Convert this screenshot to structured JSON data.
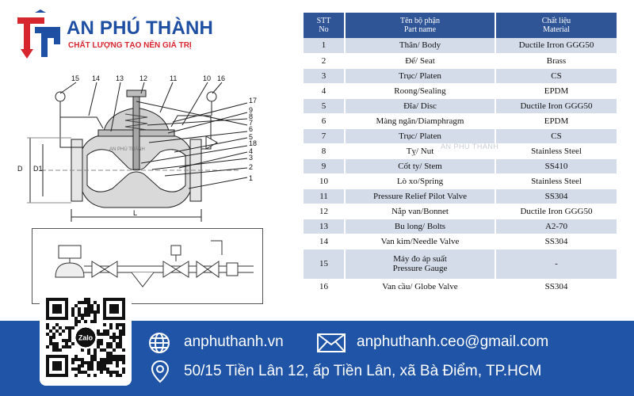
{
  "brand": {
    "name": "AN PHÚ THÀNH",
    "slogan": "CHẤT LƯỢNG TẠO NÊN GIÁ TRỊ",
    "colors": {
      "blue": "#1e4fa3",
      "red": "#d8262f"
    }
  },
  "drawing": {
    "callouts": [
      "15",
      "14",
      "13",
      "12",
      "11",
      "10",
      "16",
      "17",
      "9",
      "8",
      "7",
      "6",
      "5",
      "18",
      "4",
      "3",
      "2",
      "1"
    ],
    "dimensions": [
      "D",
      "D1",
      "L"
    ],
    "stamp": "AN PHÚ THÀNH"
  },
  "table": {
    "headers": {
      "no": [
        "STT",
        "No"
      ],
      "part": [
        "Tên bộ phận",
        "Part name"
      ],
      "material": [
        "Chất liệu",
        "Material"
      ]
    },
    "rows": [
      {
        "no": "1",
        "part": [
          "Thân/ Body"
        ],
        "material": "Ductile Irron GGG50"
      },
      {
        "no": "2",
        "part": [
          "Đế/ Seat"
        ],
        "material": "Brass"
      },
      {
        "no": "3",
        "part": [
          "Trục/ Platen"
        ],
        "material": "CS"
      },
      {
        "no": "4",
        "part": [
          "Roong/Sealing"
        ],
        "material": "EPDM"
      },
      {
        "no": "5",
        "part": [
          "Đĩa/ Disc"
        ],
        "material": "Ductile Iron GGG50"
      },
      {
        "no": "6",
        "part": [
          "Màng ngăn/Diamphragm"
        ],
        "material": "EPDM"
      },
      {
        "no": "7",
        "part": [
          "Trục/ Platen"
        ],
        "material": "CS"
      },
      {
        "no": "8",
        "part": [
          "Tỵ/ Nut"
        ],
        "material": "Stainless Steel"
      },
      {
        "no": "9",
        "part": [
          "Cốt ty/ Stem"
        ],
        "material": "SS410"
      },
      {
        "no": "10",
        "part": [
          "Lò xo/Spring"
        ],
        "material": "Stainless Steel"
      },
      {
        "no": "11",
        "part": [
          "Pressure Relief Pilot Valve"
        ],
        "material": "SS304"
      },
      {
        "no": "12",
        "part": [
          "Nắp van/Bonnet"
        ],
        "material": "Ductile Iron GGG50"
      },
      {
        "no": "13",
        "part": [
          "Bu long/ Bolts"
        ],
        "material": "A2-70"
      },
      {
        "no": "14",
        "part": [
          "Van kim/Needle Valve"
        ],
        "material": "SS304"
      },
      {
        "no": "15",
        "part": [
          "Máy đo áp suất",
          "Pressure Gauge"
        ],
        "material": "-"
      },
      {
        "no": "16",
        "part": [
          "Van cầu/ Globe Valve"
        ],
        "material": "SS304"
      }
    ]
  },
  "watermark": "AN PHÚ THÀNH",
  "footer": {
    "website": "anphuthanh.vn",
    "email": "anphuthanh.ceo@gmail.com",
    "address": "50/15 Tiền Lân 12, ấp Tiền Lân, xã Bà Điểm, TP.HCM",
    "qr_badge": "Zalo",
    "icons": [
      "globe-icon",
      "envelope-icon",
      "location-pin-icon"
    ]
  }
}
